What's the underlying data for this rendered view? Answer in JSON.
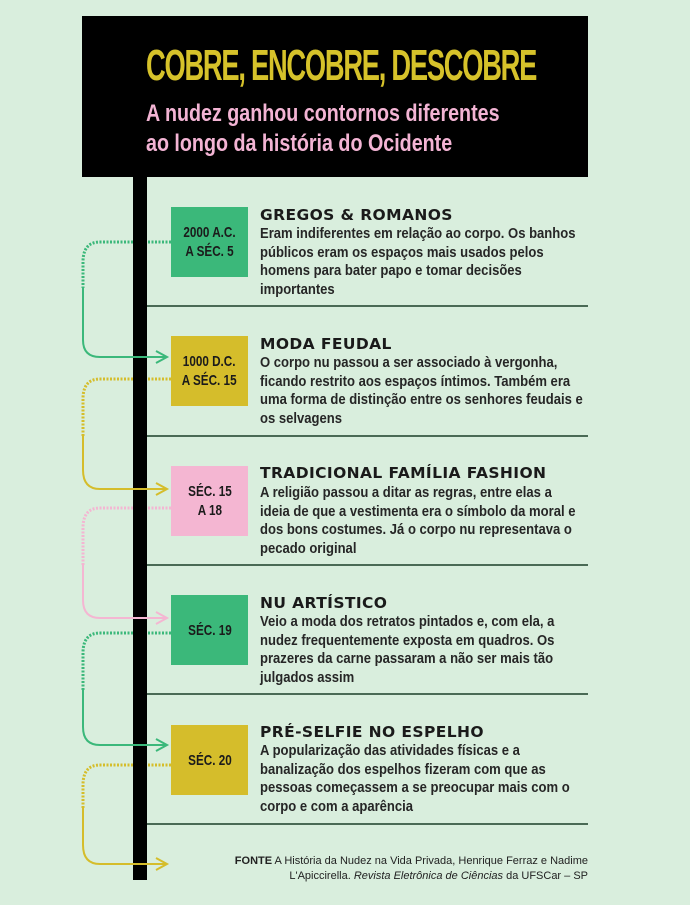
{
  "header": {
    "title": "COBRE, ENCOBRE, DESCOBRE",
    "subtitle_line1": "A nudez ganhou contornos diferentes",
    "subtitle_line2": "ao longo da história do Ocidente"
  },
  "colors": {
    "background": "#d9eedd",
    "header_bg": "#000000",
    "title": "#d6c22a",
    "subtitle": "#f3b4d4",
    "green": "#3bb87a",
    "yellow": "#d5bd2b",
    "pink": "#f4b6d2",
    "separator": "#4a6a55"
  },
  "entries": [
    {
      "date": "2000 A.C.\nA SÉC. 5",
      "color": "green",
      "title": "GREGOS & ROMANOS",
      "text": "Eram indiferentes em relação ao corpo. Os banhos públicos eram os espaços mais usados pelos homens para bater papo e tomar decisões importantes"
    },
    {
      "date": "1000 D.C.\nA SÉC. 15",
      "color": "yellow",
      "title": "MODA FEUDAL",
      "text": "O corpo nu passou a ser associado à vergonha, ficando restrito aos espaços íntimos. Também era uma forma de distinção entre os senhores feudais e os selvagens"
    },
    {
      "date": "SÉC. 15\nA 18",
      "color": "pink",
      "title": "TRADICIONAL FAMÍLIA FASHION",
      "text": "A religião passou a ditar as regras, entre elas a ideia de que a vestimenta era o símbolo da moral e dos bons costumes. Já o corpo nu representava o pecado original"
    },
    {
      "date": "SÉC. 19",
      "color": "green",
      "title": "NU ARTÍSTICO",
      "text": "Veio a moda dos retratos pintados e, com ela, a nudez frequentemente exposta em quadros. Os prazeres da carne passaram a não ser mais tão julgados assim"
    },
    {
      "date": "SÉC. 20",
      "color": "yellow",
      "title": "PRÉ-SELFIE NO ESPELHO",
      "text": "A popularização das atividades físicas e a banalização dos espelhos fizeram com que as pessoas começassem a se preocupar mais com o corpo e com a aparência"
    }
  ],
  "source": {
    "label": "FONTE",
    "text_part1": "A História da Nudez na Vida Privada, Henrique Ferraz e Nadime L'Apiccirella.",
    "italic": "Revista Eletrônica de Ciências",
    "text_part2": "da UFSCar – SP"
  }
}
